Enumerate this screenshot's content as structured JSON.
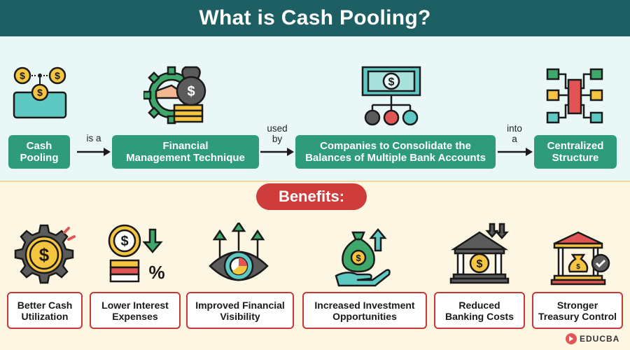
{
  "title": "What is Cash Pooling?",
  "flow": [
    {
      "label": "Cash\nPooling"
    },
    {
      "label": "Financial\nManagement Technique"
    },
    {
      "label": "Companies to Consolidate the\nBalances of Multiple Bank Accounts"
    },
    {
      "label": "Centralized\nStructure"
    }
  ],
  "connectors": [
    "is a",
    "used\nby",
    "into\na"
  ],
  "benefits_heading": "Benefits:",
  "benefits": [
    {
      "label": "Better Cash\nUtilization"
    },
    {
      "label": "Lower Interest\nExpenses"
    },
    {
      "label": "Improved Financial\nVisibility"
    },
    {
      "label": "Increased Investment\nOpportunities"
    },
    {
      "label": "Reduced\nBanking Costs"
    },
    {
      "label": "Stronger\nTreasury Control"
    }
  ],
  "icons": {
    "cash_pooling": "coins-pool-icon",
    "financial_management": "gear-money-bag-icon",
    "companies": "banknote-network-icon",
    "centralized": "centralized-structure-icon",
    "better_cash": "gear-dollar-icon",
    "lower_interest": "coin-percent-down-icon",
    "visibility": "eye-chart-arrows-icon",
    "investment": "hand-money-bag-icon",
    "banking_costs": "bank-down-arrows-icon",
    "treasury": "treasury-check-icon",
    "logo": "educba-logo-icon"
  },
  "logo_text": "EDUCBA",
  "colors": {
    "header": "#1d5f63",
    "flow_box": "#2e9b7a",
    "accent_red": "#cf3c3c",
    "coin": "#f5c542",
    "teal_icon": "#5ec8c2",
    "green_icon": "#3ea86b"
  }
}
